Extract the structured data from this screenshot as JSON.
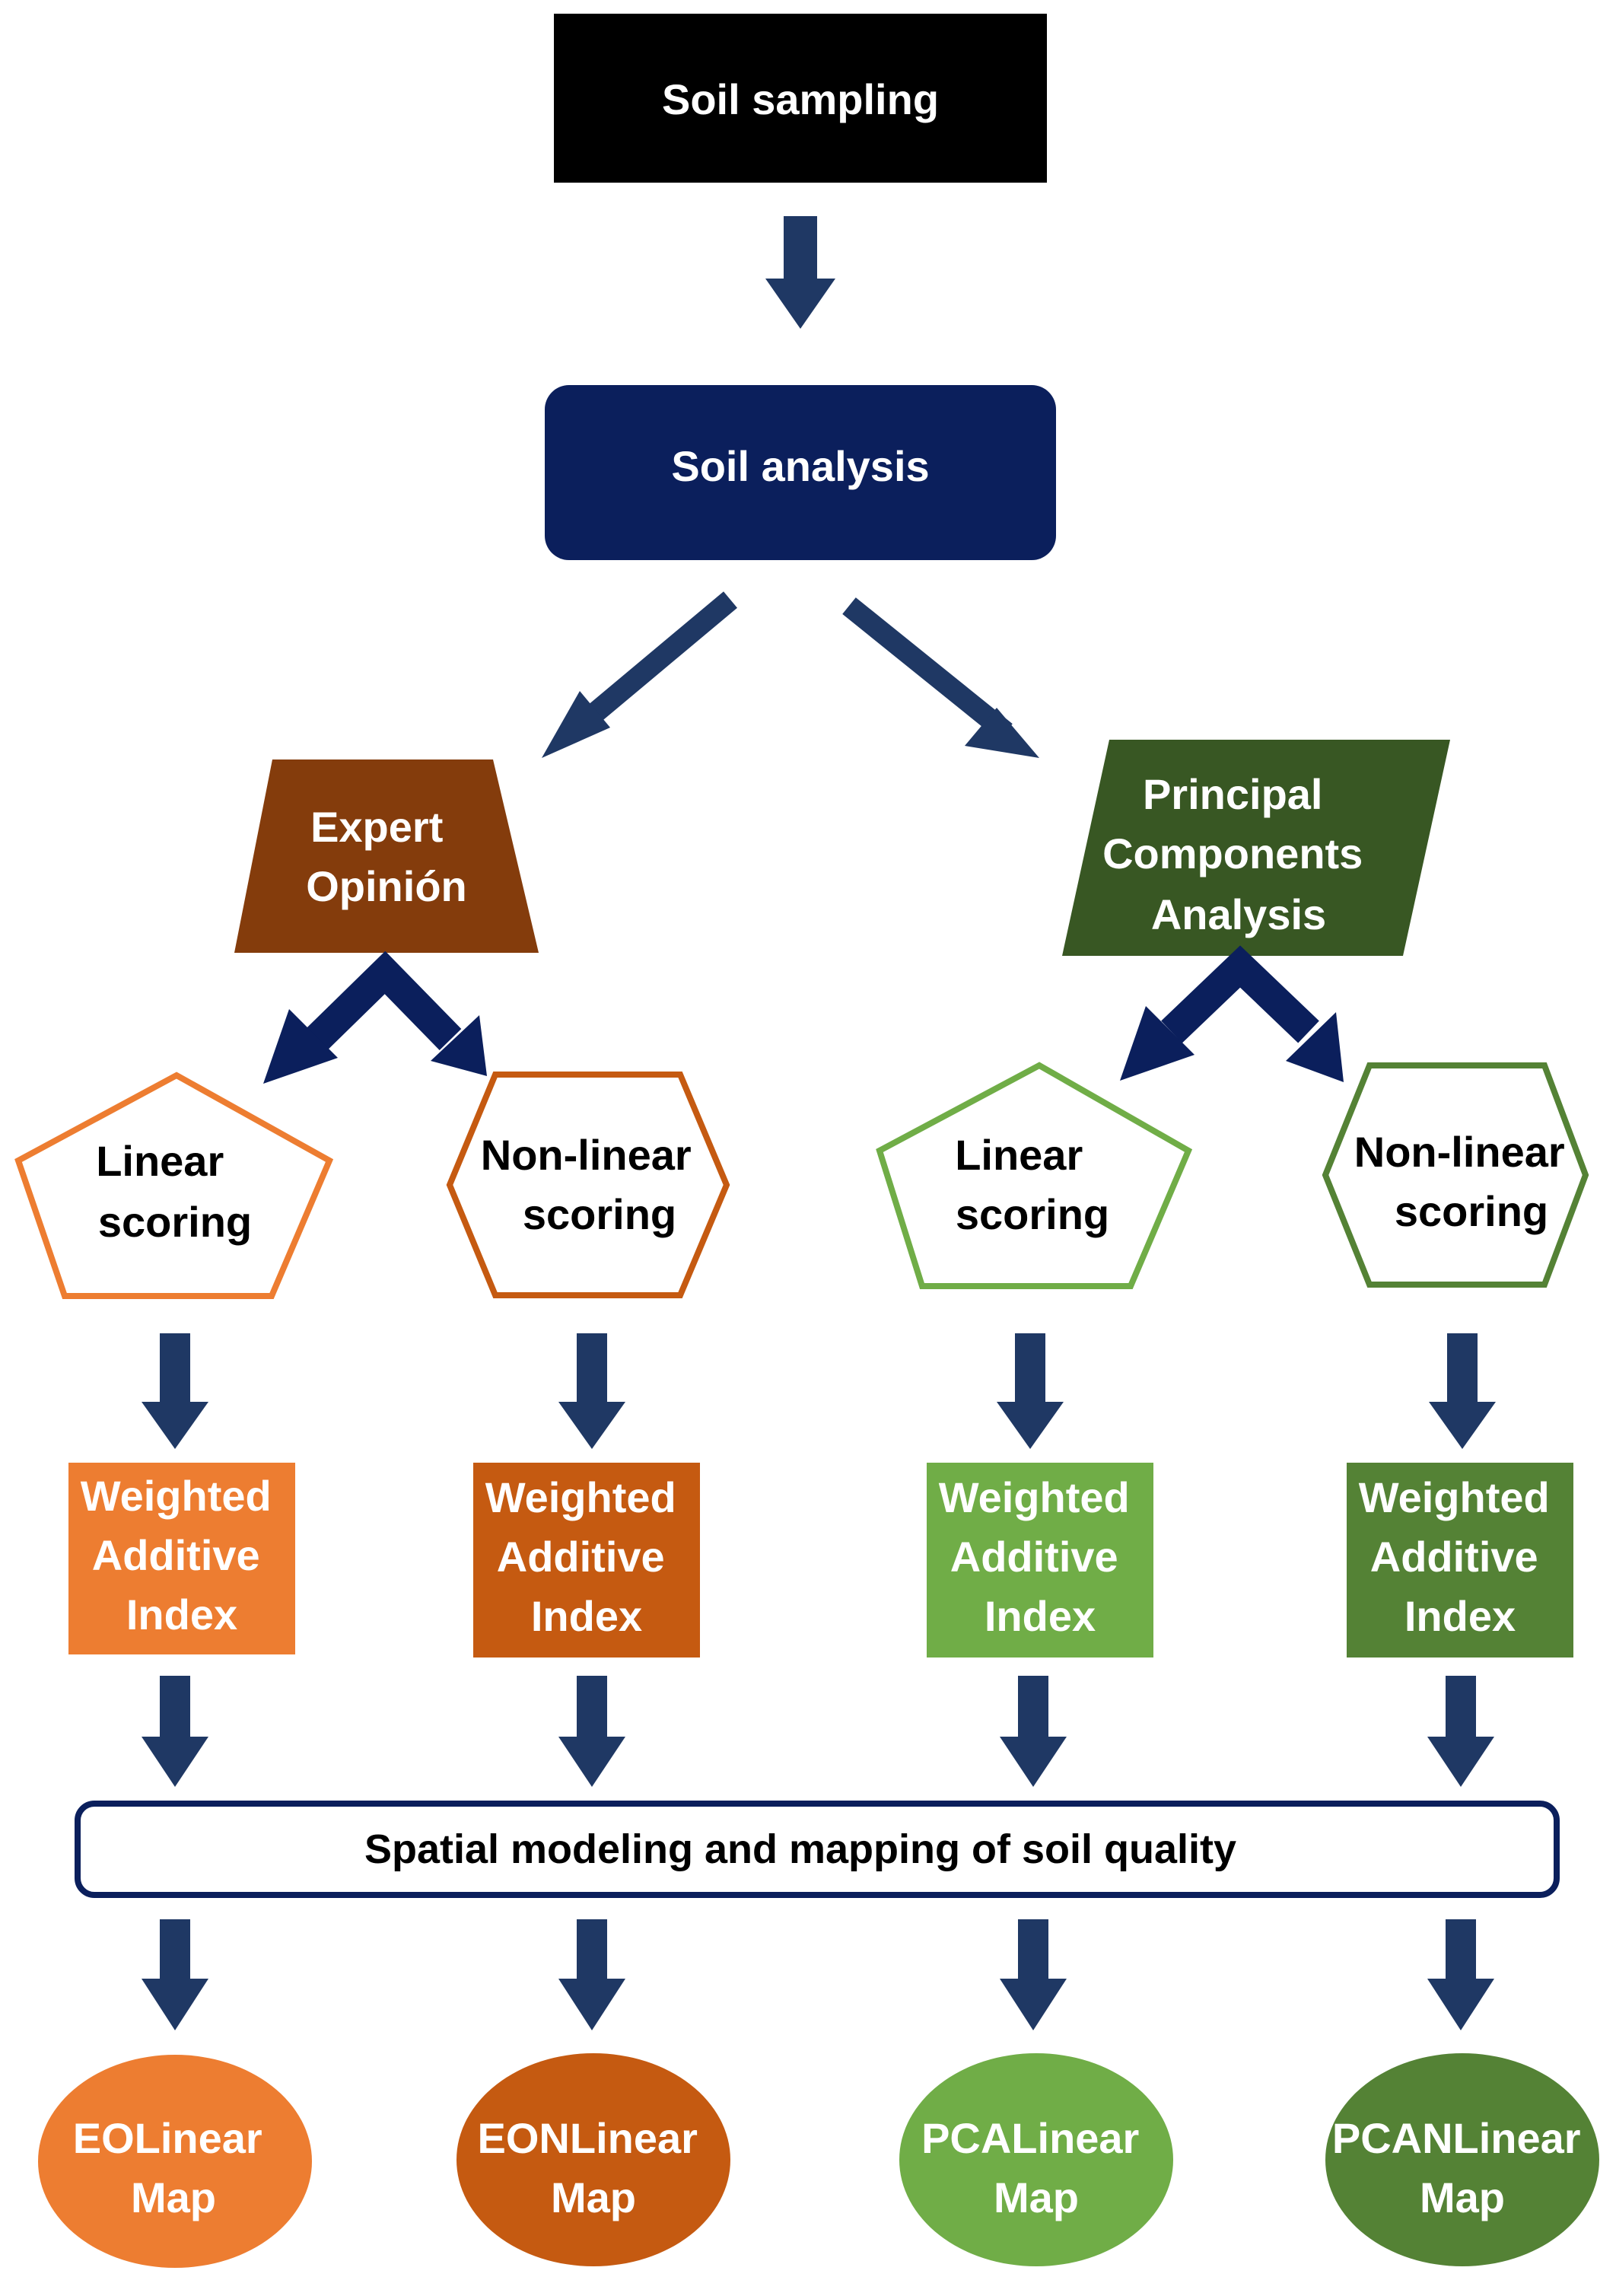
{
  "nodes": {
    "soil_sampling": {
      "lines": [
        "Soil sampling"
      ]
    },
    "soil_analysis": {
      "lines": [
        "Soil analysis"
      ]
    },
    "expert_opinion": {
      "lines": [
        "Expert",
        "Opinión"
      ]
    },
    "pca": {
      "lines": [
        "Principal",
        "Components",
        "Analysis"
      ]
    },
    "eo_linear_scoring": {
      "lines": [
        "Linear",
        "scoring"
      ]
    },
    "eo_nonlinear_scoring": {
      "lines": [
        "Non-linear",
        "scoring"
      ]
    },
    "pca_linear_scoring": {
      "lines": [
        "Linear",
        "scoring"
      ]
    },
    "pca_nonlinear_scoring": {
      "lines": [
        "Non-linear",
        "scoring"
      ]
    },
    "wai_1": {
      "lines": [
        "Weighted",
        "Additive",
        "Index"
      ]
    },
    "wai_2": {
      "lines": [
        "Weighted",
        "Additive",
        "Index"
      ]
    },
    "wai_3": {
      "lines": [
        "Weighted",
        "Additive",
        "Index"
      ]
    },
    "wai_4": {
      "lines": [
        "Weighted",
        "Additive",
        "Index"
      ]
    },
    "spatial": {
      "lines": [
        "Spatial modeling and mapping of soil quality"
      ]
    },
    "map_1": {
      "lines": [
        "EOLinear",
        "Map"
      ]
    },
    "map_2": {
      "lines": [
        "EONLinear",
        "Map"
      ]
    },
    "map_3": {
      "lines": [
        "PCALinear",
        "Map"
      ]
    },
    "map_4": {
      "lines": [
        "PCANLinear",
        "Map"
      ]
    }
  },
  "colors": {
    "black": "#000000",
    "navy": "#0b1f5c",
    "arrow": "#1f3864",
    "brown": "#843c0c",
    "dark_green": "#385723",
    "orange": "#ed7d31",
    "dark_orange": "#c55a11",
    "light_green": "#70ad47",
    "mid_green": "#548235",
    "white": "#ffffff"
  }
}
